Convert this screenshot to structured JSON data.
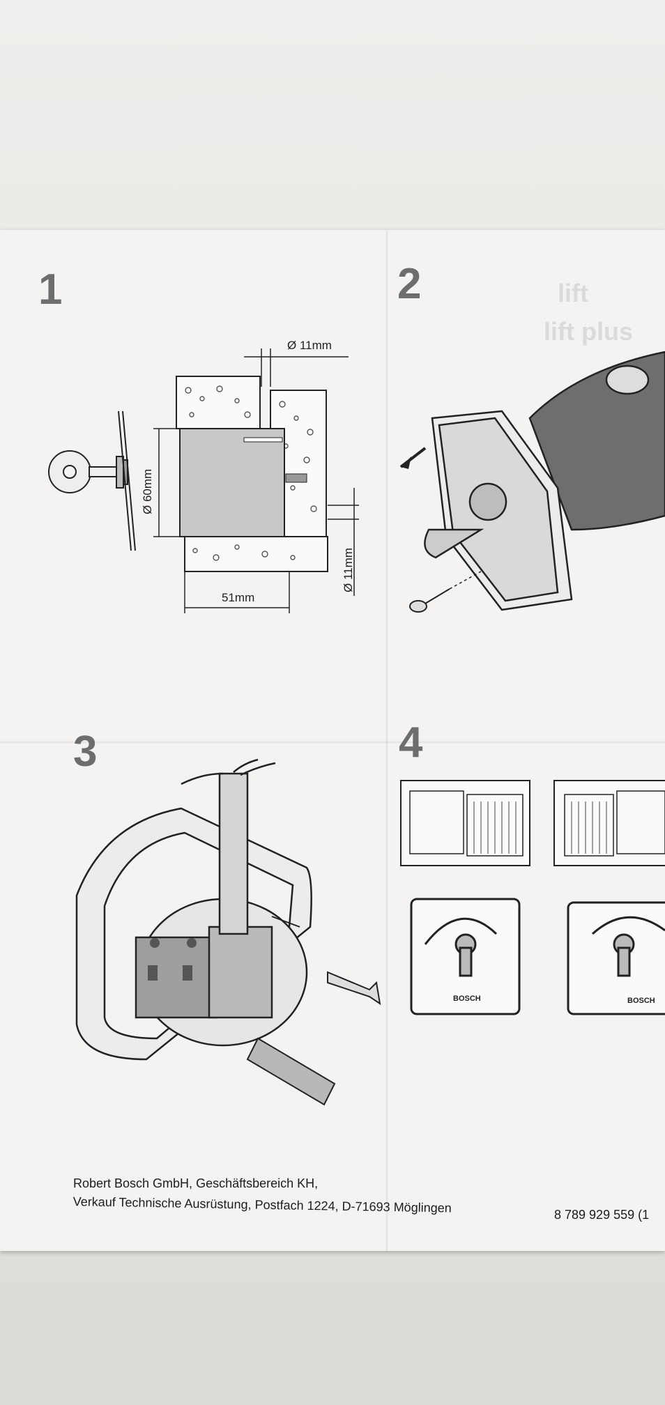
{
  "steps": {
    "step1": {
      "number": "1"
    },
    "step2": {
      "number": "2"
    },
    "step3": {
      "number": "3"
    },
    "step4": {
      "number": "4"
    }
  },
  "dimensions": {
    "hole_top": "Ø 11mm",
    "diameter": "Ø 60mm",
    "hole_side": "Ø 11mm",
    "depth": "51mm"
  },
  "brand": {
    "label": "BOSCH"
  },
  "footer": {
    "line1": "Robert Bosch GmbH, Geschäftsbereich KH,",
    "line2": "Verkauf Technische Ausrüstung, Postfach 1224, D-71693 Möglingen",
    "part_number": "8 789 929 559 (1"
  },
  "colors": {
    "paper": "#f4f3f1",
    "ink": "#222222",
    "step_number": "#6d6d6d"
  }
}
